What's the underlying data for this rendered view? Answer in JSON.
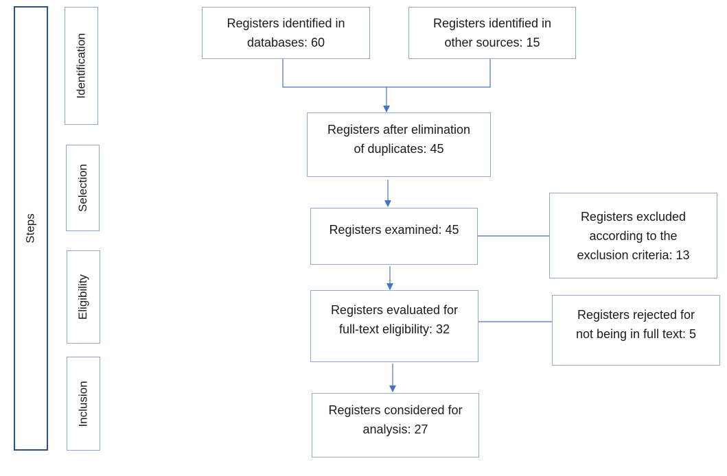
{
  "steps_label": "Steps",
  "phases": {
    "identification": "Identification",
    "selection": "Selection",
    "eligibility": "Eligibility",
    "inclusion": "Inclusion"
  },
  "boxes": {
    "databases": [
      "Registers identified in",
      "databases: 60"
    ],
    "other_sources": [
      "Registers identified in",
      "other sources: 15"
    ],
    "after_duplicates": [
      "Registers after elimination",
      "of duplicates: 45"
    ],
    "examined": [
      "Registers examined: 45"
    ],
    "excluded": [
      "Registers excluded",
      "according to the",
      "exclusion criteria: 13"
    ],
    "evaluated": [
      "Registers evaluated for",
      "full-text eligibility: 32"
    ],
    "rejected": [
      "Registers rejected for",
      "not being in full text: 5"
    ],
    "considered": [
      "Registers considered for",
      "analysis: 27"
    ]
  },
  "colors": {
    "box_border": "#8fa8d8",
    "steps_border": "#2e4f86",
    "connector": "#4472c4"
  }
}
